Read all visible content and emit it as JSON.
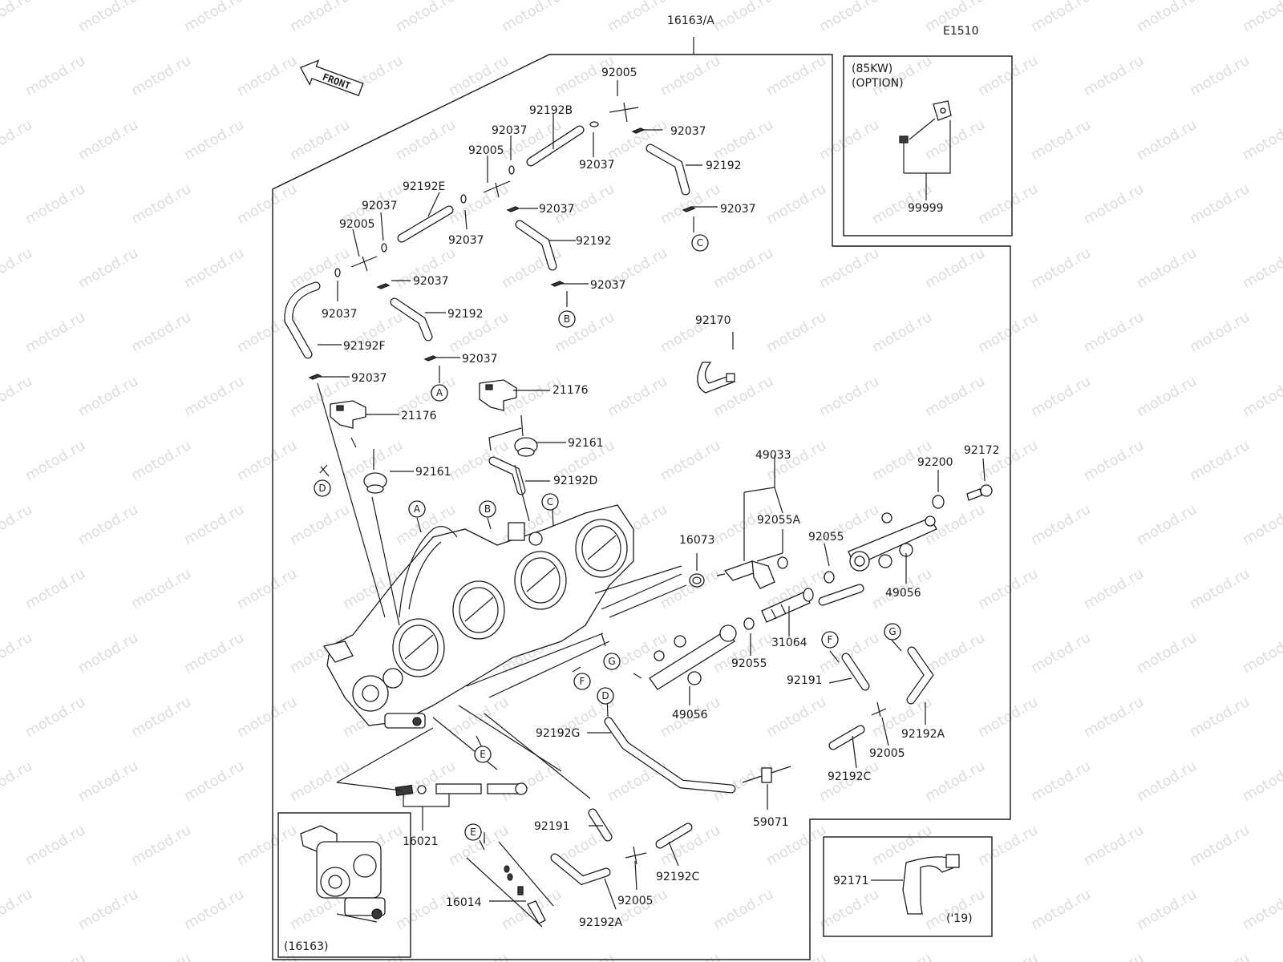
{
  "diagram_id": "E1510",
  "front_label": "FRONT",
  "watermark_text": "motod.ru",
  "assembly_label": "16163/A",
  "option_box": {
    "line1": "(85KW)",
    "line2": "(OPTION)",
    "part": "99999"
  },
  "inset_16163": {
    "label": "(16163)"
  },
  "inset_19": {
    "part": "92171",
    "label": "('19)"
  },
  "callouts": [
    "A",
    "B",
    "C",
    "D",
    "E",
    "F",
    "G"
  ],
  "part_numbers": {
    "p92005": "92005",
    "p92192B": "92192B",
    "p92037": "92037",
    "p92192": "92192",
    "p92192E": "92192E",
    "p92192F": "92192F",
    "p92170": "92170",
    "p21176": "21176",
    "p92161": "92161",
    "p92192D": "92192D",
    "p49033": "49033",
    "p92200": "92200",
    "p92172": "92172",
    "p92055A": "92055A",
    "p16073": "16073",
    "p92055": "92055",
    "p49056": "49056",
    "p31064": "31064",
    "p92191": "92191",
    "p92192A": "92192A",
    "p92192G": "92192G",
    "p92192C": "92192C",
    "p59071": "59071",
    "p16021": "16021",
    "p16014": "16014"
  },
  "colors": {
    "line": "#1a1a1a",
    "watermark": "#9e9e9e",
    "background": "#ffffff"
  }
}
